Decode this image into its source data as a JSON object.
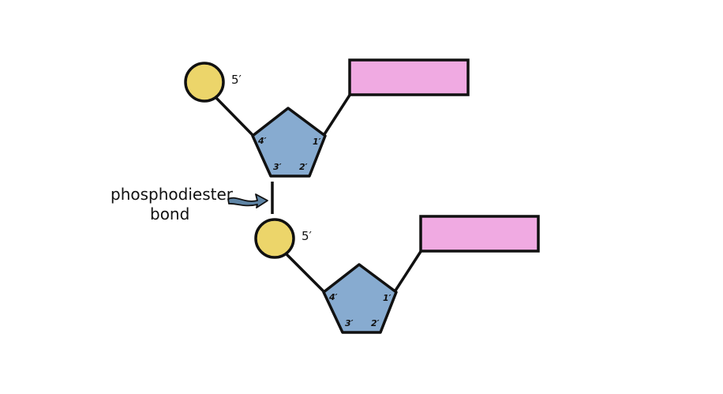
{
  "diagram": {
    "title": "",
    "colors": {
      "phosphate": "#ecd56a",
      "sugar": "#87abd0",
      "base": "#f0aae2",
      "arrow": "#5e84a5",
      "stroke": "#111111"
    },
    "nucleotides": [
      {
        "phosphate_label": "5′",
        "carbons": {
          "c1": "1′",
          "c2": "2′",
          "c3": "3′",
          "c4": "4′"
        }
      },
      {
        "phosphate_label": "5′",
        "carbons": {
          "c1": "1′",
          "c2": "2′",
          "c3": "3′",
          "c4": "4′"
        }
      }
    ],
    "callout": {
      "line1": "phosphodiester",
      "line2": "bond"
    }
  }
}
